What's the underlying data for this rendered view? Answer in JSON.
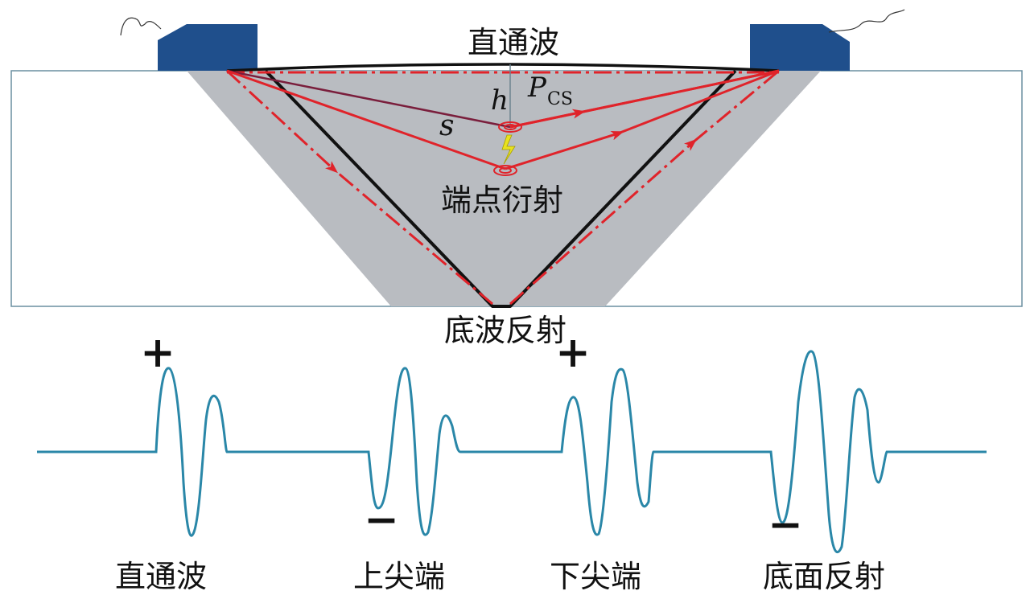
{
  "diagram": {
    "labels": {
      "direct_wave_top": "直通波",
      "height": "h",
      "pcs_main": "P",
      "pcs_sub": "CS",
      "path_s": "s",
      "tip_diffraction": "端点衍射",
      "bottom_reflection": "底波反射"
    },
    "signs": {
      "plus_1": "+",
      "plus_2": "+",
      "minus_1": "−",
      "minus_2": "−"
    },
    "waveform_labels": [
      "直通波",
      "上尖端",
      "下尖端",
      "底面反射"
    ],
    "colors": {
      "plate_fill": "#ffffff",
      "weld_fill": "#b9bcc1",
      "probe": "#1f4f8c",
      "ray": "#e0232a",
      "weld_outline": "#111111",
      "waveform": "#2a87a8",
      "crack": "#e8e21e"
    },
    "icons": [
      "probe-left-icon",
      "probe-right-icon",
      "crack-icon",
      "diffraction-point-icon"
    ]
  }
}
